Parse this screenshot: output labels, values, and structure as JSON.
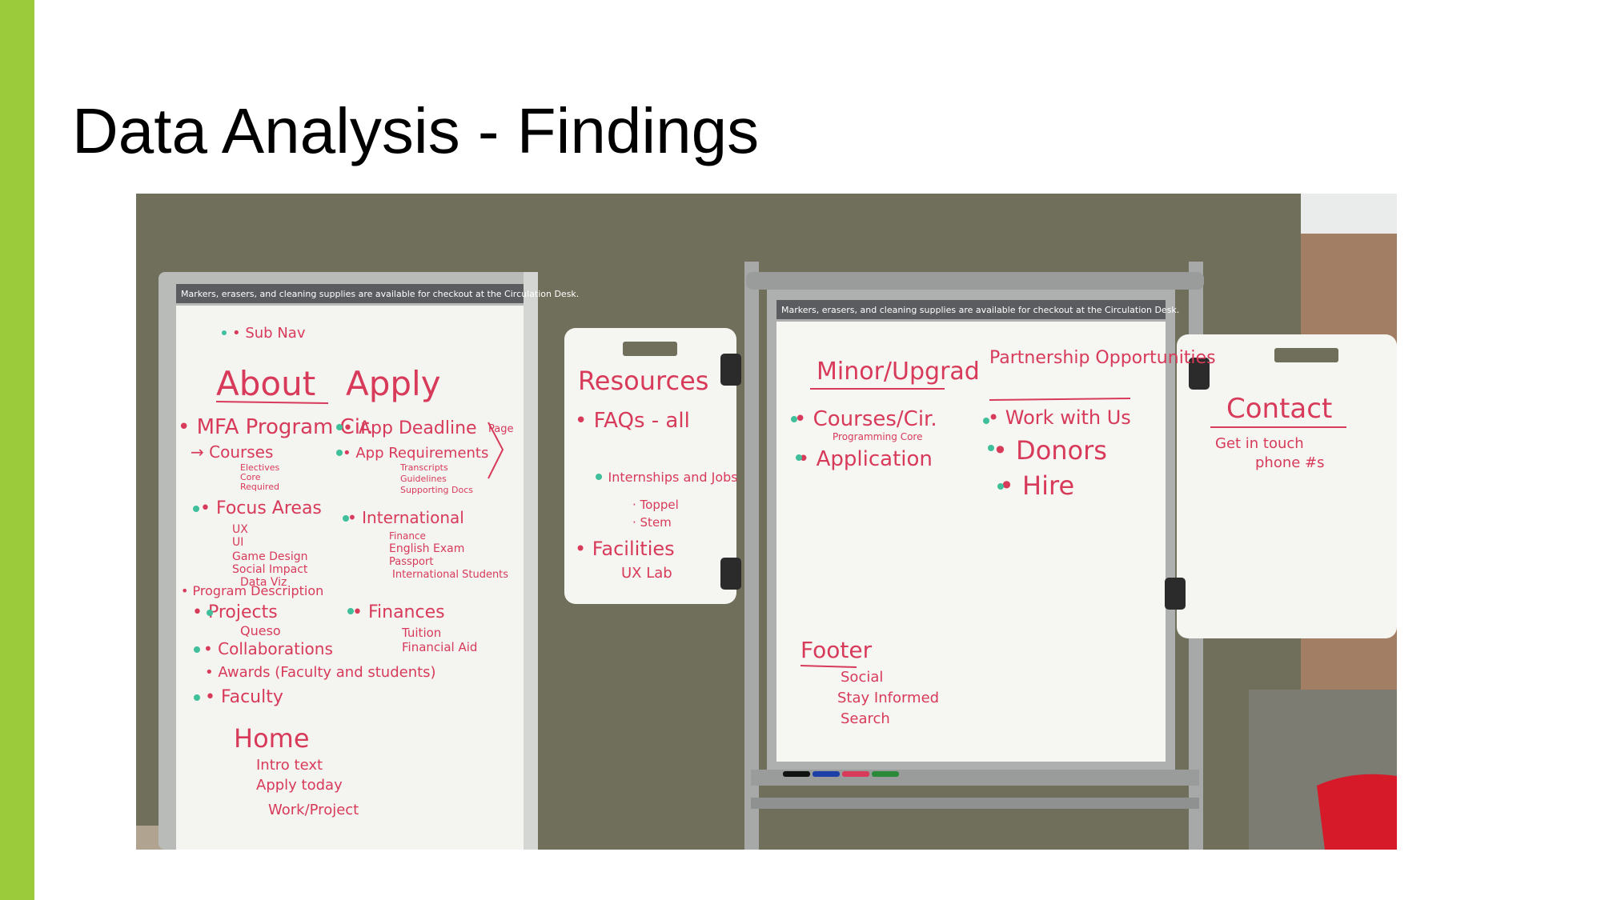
{
  "slide": {
    "title": "Data Analysis - Findings",
    "accent_color": "#9bcb3b"
  },
  "photo": {
    "board_header": "Markers, erasers, and cleaning supplies are available for checkout at the Circulation Desk.",
    "ink_color": "#d83a5a",
    "dot_color": "#3fbf9a",
    "left_board": [
      "• Sub Nav",
      "About",
      "Apply",
      "• MFA Program Cir.",
      "→ Courses",
      "Electives",
      "Core",
      "Required",
      "• Focus Areas",
      "UX",
      "UI",
      "Game Design",
      "Social Impact",
      "Data Viz",
      "• Program Description",
      "• Projects",
      "Queso",
      "• Collaborations",
      "• Awards (Faculty and students)",
      "• Faculty",
      "Home",
      "Intro text",
      "Apply today",
      "Work/Project",
      "• App Deadline",
      "• App Requirements",
      "Transcripts",
      "Guidelines",
      "Supporting Docs",
      "Page",
      "• International",
      "Finance",
      "English Exam",
      "Passport",
      "International Students",
      "• Finances",
      "Tuition",
      "Financial Aid"
    ],
    "resources_card": [
      "Resources",
      "• FAQs - all",
      "• Internships and Jobs",
      "· Toppel",
      "· Stem",
      "• Facilities",
      "UX Lab"
    ],
    "middle_board": [
      "Minor/Upgrad",
      "Partnership Opportunities",
      "• Courses/Cir.",
      "Programming Core",
      "• Application",
      "• Work with Us",
      "• Donors",
      "• Hire",
      "Footer",
      "Social",
      "Stay Informed",
      "Search"
    ],
    "contact_card": [
      "Contact",
      "Get in touch",
      "phone #s"
    ]
  }
}
